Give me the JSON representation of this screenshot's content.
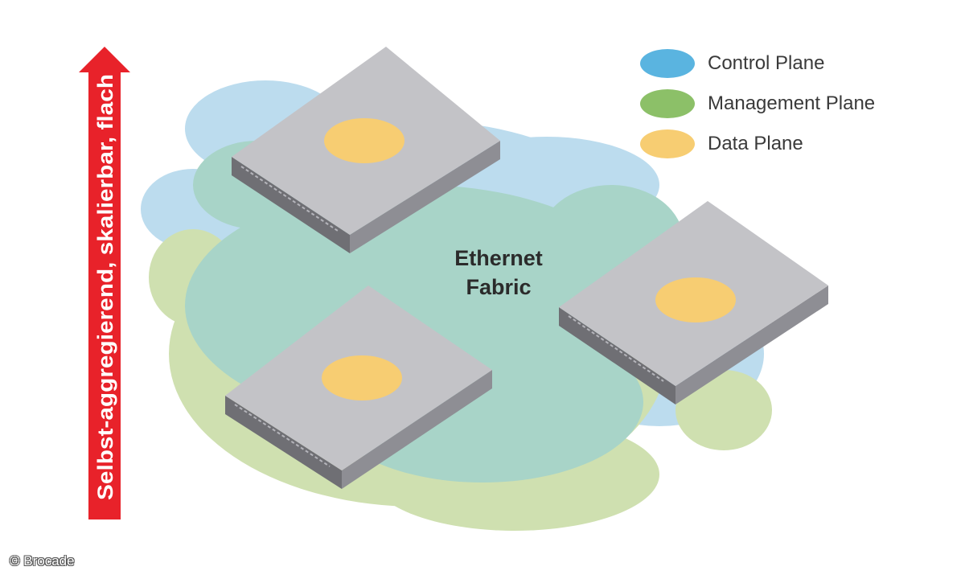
{
  "fabric": {
    "line1": "Ethernet",
    "line2": "Fabric"
  },
  "arrow": {
    "label": "Selbst-aggregierend, skalierbar, flach",
    "color": "#e8222a"
  },
  "legend": [
    {
      "label": "Control Plane",
      "color": "#5ab4e0"
    },
    {
      "label": "Management Plane",
      "color": "#8cc068"
    },
    {
      "label": "Data Plane",
      "color": "#f7cd72"
    }
  ],
  "clouds": {
    "control_color": "#bcdcee",
    "management_color": "#cfe0b0",
    "overlap_color": "#a8d4c8"
  },
  "switches": [
    {
      "name": "switch-top",
      "plane": "Data Plane"
    },
    {
      "name": "switch-right",
      "plane": "Data Plane"
    },
    {
      "name": "switch-bottom",
      "plane": "Data Plane"
    }
  ],
  "credit": "© Brocade"
}
